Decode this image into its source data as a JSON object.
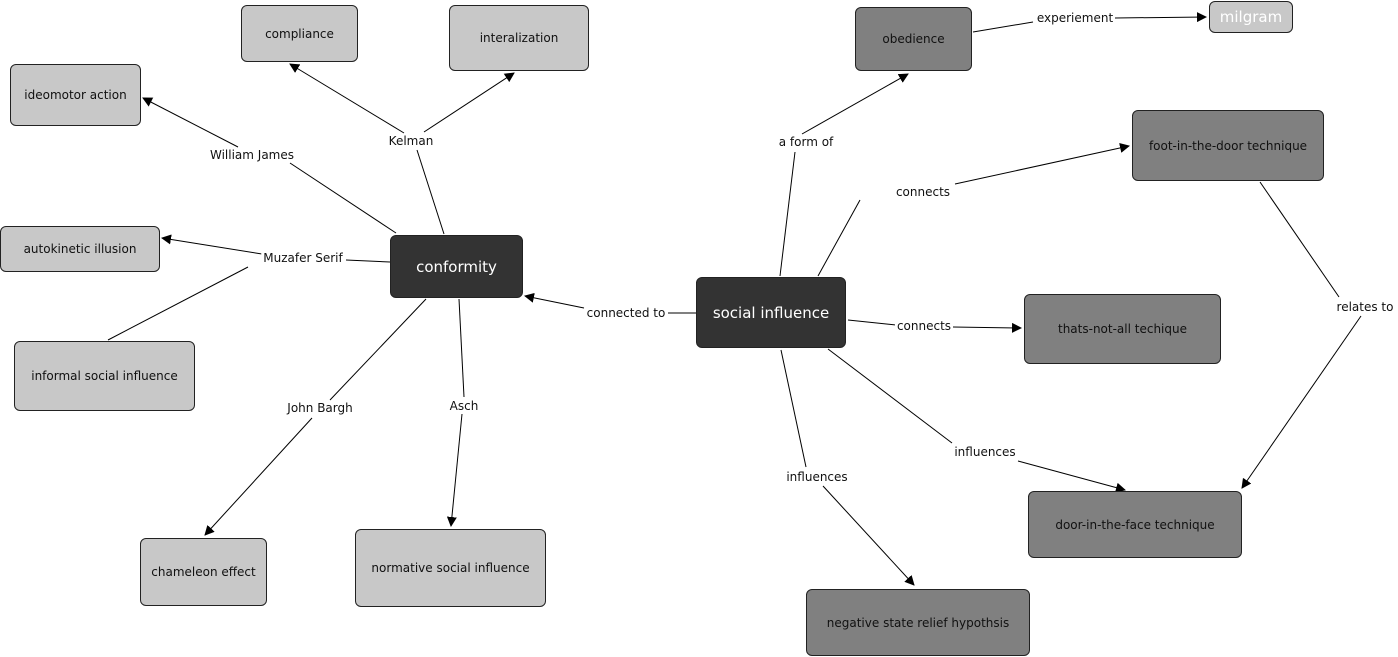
{
  "nodes": {
    "compliance": "compliance",
    "interalization": "interalization",
    "ideomotor": "ideomotor action",
    "autokinetic": "autokinetic illusion",
    "informal": "informal social influence",
    "conformity": "conformity",
    "chameleon": "chameleon effect",
    "normative": "normative social influence",
    "social": "social influence",
    "obedience": "obedience",
    "milgram": "milgram",
    "foot": "foot-in-the-door technique",
    "thats": "thats-not-all techique",
    "door": "door-in-the-face technique",
    "negative": "negative state relief hypothsis"
  },
  "links": {
    "kelman": "Kelman",
    "william": "William James",
    "muzafer": "Muzafer Serif",
    "bargh": "John Bargh",
    "asch": "Asch",
    "connected_to": "connected to",
    "form_of": "a form of",
    "experiement": "experiement",
    "connects1": "connects",
    "connects2": "connects",
    "relates": "relates to",
    "influences1": "influences",
    "influences2": "influences"
  }
}
